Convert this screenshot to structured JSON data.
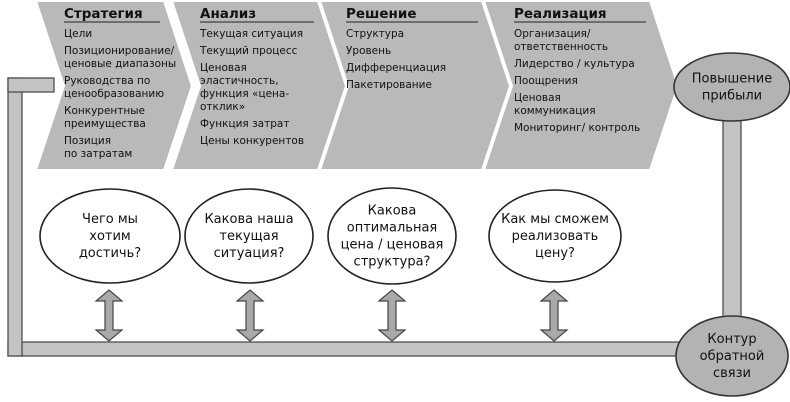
{
  "stages": [
    {
      "title": "Стратегия",
      "items": [
        [
          "Цели"
        ],
        [
          "Позиционирование/",
          "ценовые диапазоны"
        ],
        [
          "Руководства по",
          "ценообразованию"
        ],
        [
          "Конкурентные",
          "преимущества"
        ],
        [
          "Позиция",
          "по затратам"
        ]
      ]
    },
    {
      "title": "Анализ",
      "items": [
        [
          "Текущая ситуация"
        ],
        [
          "Текущий процесс"
        ],
        [
          "Ценовая",
          "эластичность,",
          "функция «цена-",
          "отклик»"
        ],
        [
          "Функция затрат"
        ],
        [
          "Цены конкурентов"
        ]
      ]
    },
    {
      "title": "Решение",
      "items": [
        [
          "Структура"
        ],
        [
          "Уровень"
        ],
        [
          "Дифференциация"
        ],
        [
          "Пакетирование"
        ]
      ]
    },
    {
      "title": "Реализация",
      "items": [
        [
          "Организация/",
          "ответственность"
        ],
        [
          "Лидерство / культура"
        ],
        [
          "Поощрения"
        ],
        [
          "Ценовая",
          "коммуникация"
        ],
        [
          "Мониторинг/ контроль"
        ]
      ]
    }
  ],
  "questions": [
    [
      "Чего мы",
      "хотим",
      "достичь?"
    ],
    [
      "Какова наша",
      "текущая",
      "ситуация?"
    ],
    [
      "Какова",
      "оптимальная",
      "цена / ценовая",
      "структура?"
    ],
    [
      "Как мы сможем",
      "реализовать",
      "цену?"
    ]
  ],
  "outcome": [
    "Повышение",
    "прибыли"
  ],
  "feedback": [
    "Контур",
    "обратной",
    "связи"
  ],
  "colors": {
    "chevron_fill": "#b9b9b9",
    "chevron_stroke": "#ffffff",
    "node_fill": "#b3b3b3",
    "node_stroke": "#333333",
    "arrow_fill": "#a9a9a9",
    "arrow_stroke": "#444444",
    "loop_fill": "#c4c4c4",
    "loop_stroke": "#444444",
    "oval_fill": "#ffffff",
    "oval_stroke": "#222222"
  }
}
